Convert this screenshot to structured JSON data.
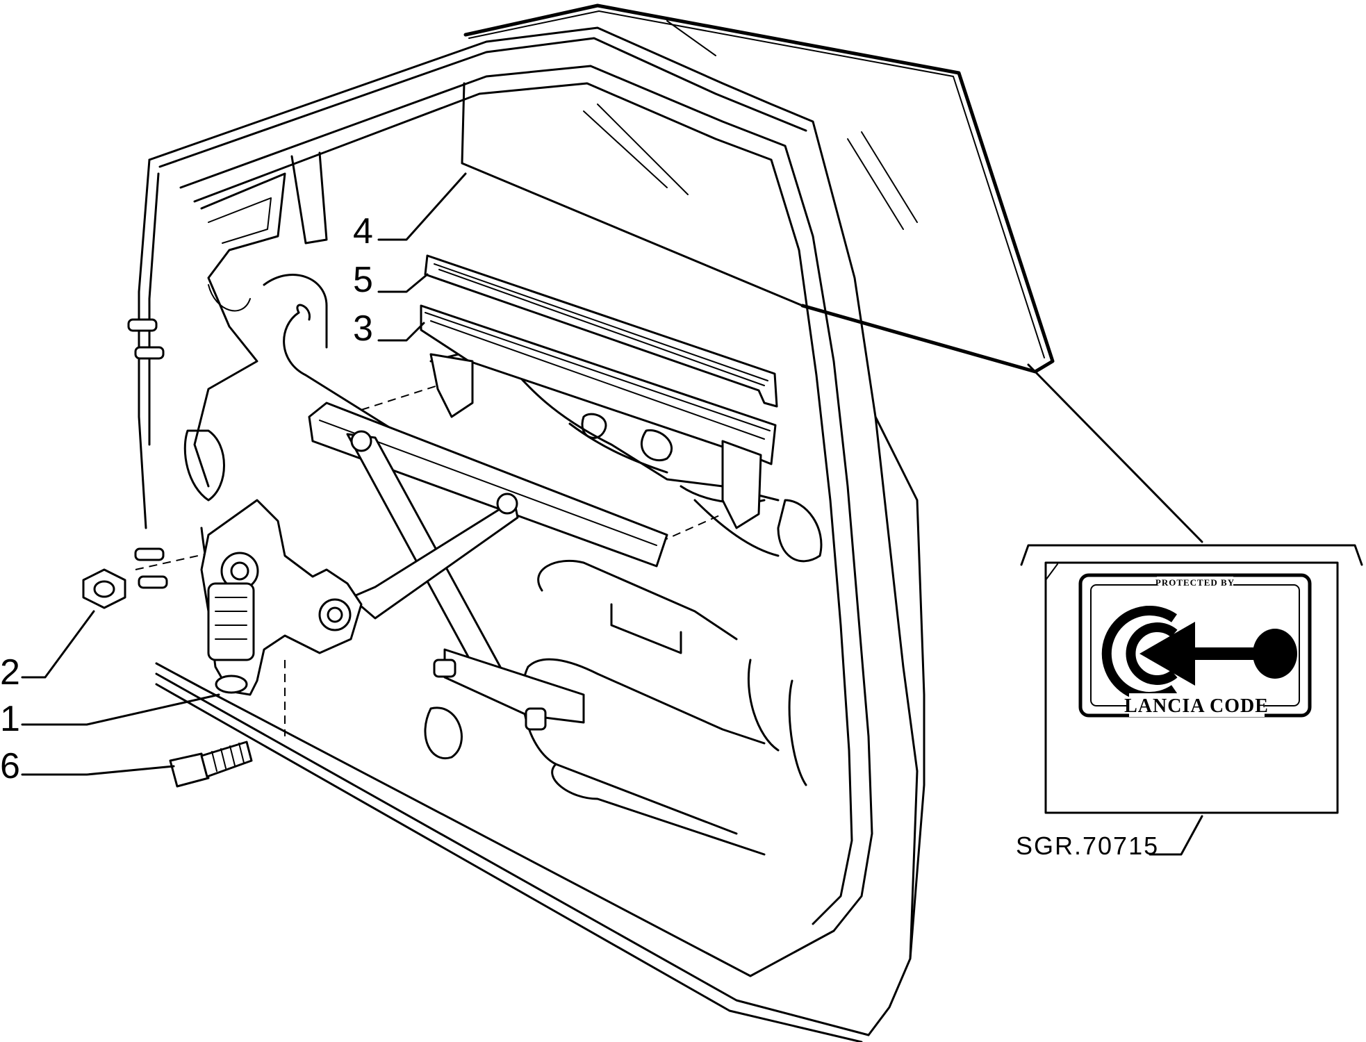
{
  "callouts": [
    {
      "num": "4"
    },
    {
      "num": "5"
    },
    {
      "num": "3"
    },
    {
      "num": "2"
    },
    {
      "num": "1"
    },
    {
      "num": "6"
    }
  ],
  "badge": {
    "top_text": "PROTECTED BY",
    "bottom_text": "LANCIA CODE",
    "icon": "lancia-code-key-icon"
  },
  "reference_code": "SGR.70715"
}
